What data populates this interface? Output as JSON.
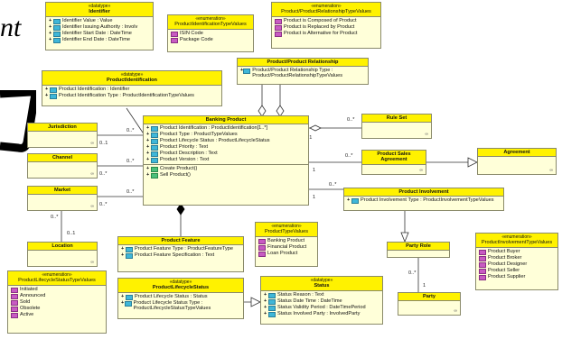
{
  "brand_fragment": "nt",
  "identifier": {
    "stereotype": "«datatype»",
    "name": "Identifier",
    "attrs": [
      "Identifier Value : Value",
      "Identifier Issuing Authority : Involv",
      "Identifier Start Date : DateTime",
      "Identifier End Date : DateTime"
    ]
  },
  "pid_types": {
    "stereotype": "«enumeration»",
    "name": "ProductIdentificationTypeValues",
    "literals": [
      "ISIN Code",
      "Package Code"
    ]
  },
  "prt_values": {
    "stereotype": "«enumeration»",
    "name": "Product/ProductRelationshipTypeValues",
    "literals": [
      "Product is Composed of Product",
      "Product is Replaced by Product",
      "Product is Alternative for Product"
    ]
  },
  "product_identification": {
    "stereotype": "«datatype»",
    "name": "ProductIdentification",
    "attrs": [
      "Product Identification : Identifier",
      "Product Identification Type : ProductIdentificationTypeValues"
    ]
  },
  "ppr": {
    "name": "Product/Product Relationship",
    "attrs": [
      "Product/Product Relationship Type : Product/ProductRelationshipTypeValues"
    ]
  },
  "jurisdiction": {
    "name": "Jurisdiction"
  },
  "channel": {
    "name": "Channel"
  },
  "market": {
    "name": "Market"
  },
  "location": {
    "name": "Location"
  },
  "banking_product": {
    "name": "Banking Product",
    "attrs": [
      "Product Identification : ProductIdentification[1..*]",
      "Product Type : ProductTypeValues",
      "Product Lifecycle Status : ProductLifecycleStatus",
      "Product Priority : Text",
      "Product Description : Text",
      "Product Version : Text"
    ],
    "ops": [
      "Create Product()",
      "Sell Product()"
    ]
  },
  "rule_set": {
    "name": "Rule Set"
  },
  "psa": {
    "name": "Product Sales Agreement"
  },
  "agreement": {
    "name": "Agreement"
  },
  "involvement": {
    "name": "Product Involvement",
    "attrs": [
      "Product Involvement Type : ProductInvolvementTypeValues"
    ]
  },
  "product_feature": {
    "name": "Product Feature",
    "attrs": [
      "Product Feature Type : ProductFeatureType",
      "Product Feature Specification : Text"
    ]
  },
  "product_types": {
    "stereotype": "«enumeration»",
    "name": "ProductTypeValues",
    "literals": [
      "Banking Product",
      "Financial Product",
      "Loan Product"
    ]
  },
  "party_role": {
    "name": "Party Role"
  },
  "party": {
    "name": "Party"
  },
  "involvement_types": {
    "stereotype": "«enumeration»",
    "name": "ProductInvolvementTypeValues",
    "literals": [
      "Product Buyer",
      "Product Broker",
      "Product Designer",
      "Product Seller",
      "Product Supplier"
    ]
  },
  "lifecycle_values": {
    "stereotype": "«enumeration»",
    "name": "ProductLifecycleStatusTypeValues",
    "literals": [
      "Initiated",
      "Announced",
      "Sold",
      "Obsolete",
      "Active"
    ]
  },
  "lifecycle_status": {
    "stereotype": "«datatype»",
    "name": "ProductLifecycleStatus",
    "attrs": [
      "Product Lifecycle Status : Status",
      "Product Lifecycle Status Type : ProductLifecycleStatusTypeValues"
    ]
  },
  "status": {
    "stereotype": "«datatype»",
    "name": "Status",
    "attrs": [
      "Status Reason : Text",
      "Status Date Time : DateTime",
      "Status Validity Period : DateTimePeriod",
      "Status Involved Party : InvolvedParty"
    ]
  },
  "mult": {
    "zero_many": "0..*",
    "one": "1",
    "zero_one": "0..1"
  }
}
